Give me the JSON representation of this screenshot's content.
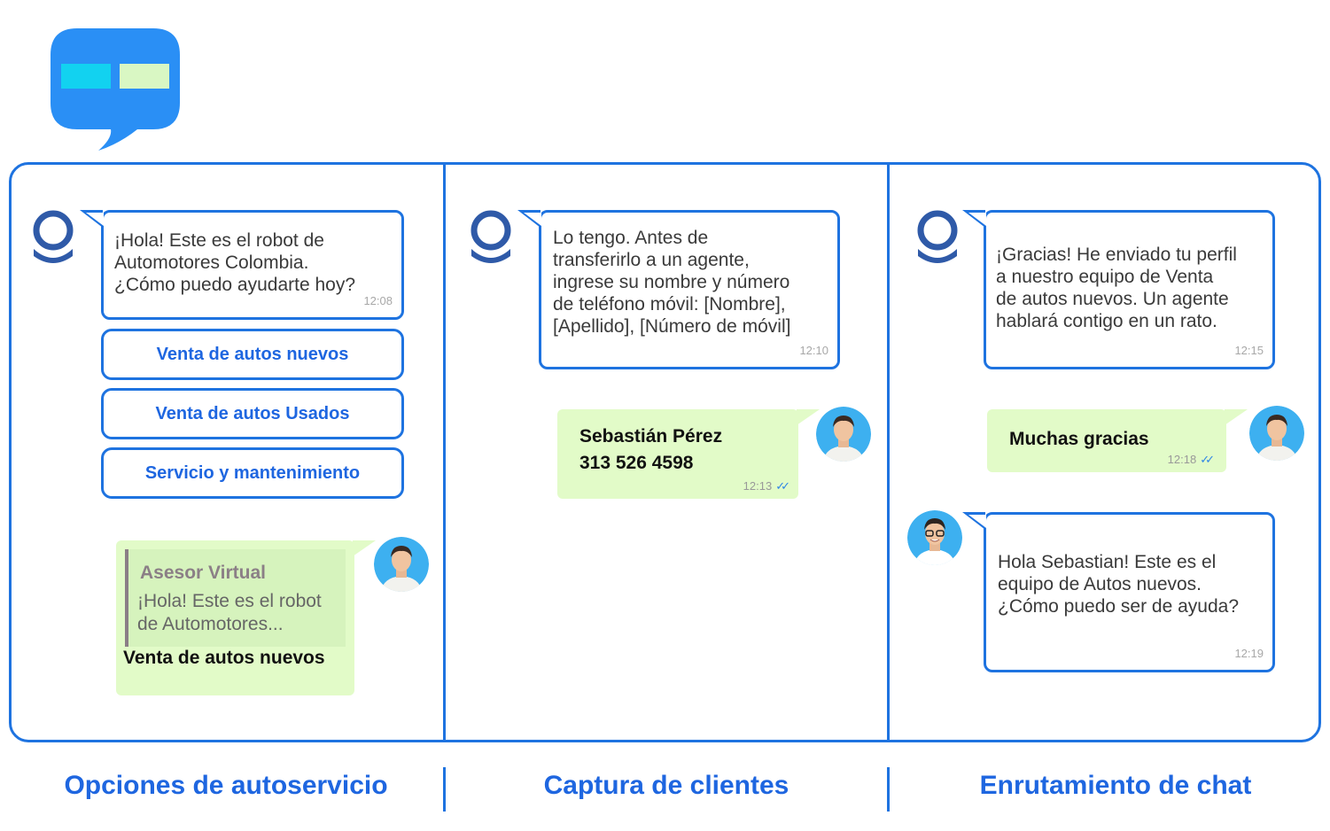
{
  "colors": {
    "accent": "#1e73e0",
    "user_bubble": "#e2fbc8",
    "label": "#1e66e0"
  },
  "panel1": {
    "bot_message": "¡Hola! Este es el robot de\nAutomotores Colombia.\n¿Cómo puedo ayudarte hoy?",
    "bot_time": "12:08",
    "options": [
      "Venta de autos nuevos",
      "Venta de autos Usados",
      "Servicio y mantenimiento"
    ],
    "quote_name": "Asesor Virtual",
    "quote_text": "¡Hola! Este es el robot\nde Automotores...",
    "user_reply": "Venta de autos nuevos"
  },
  "panel2": {
    "bot_message": "Lo tengo. Antes de\ntransferirlo a un agente,\ningrese su nombre y número\nde teléfono móvil: [Nombre],\n[Apellido], [Número de móvil]",
    "bot_time": "12:10",
    "user_message": "Sebastián Pérez\n313 526 4598",
    "user_time": "12:13"
  },
  "panel3": {
    "bot_message": "¡Gracias! He enviado tu perfil\na nuestro equipo de Venta\nde autos nuevos. Un agente\nhablará contigo en un rato.",
    "bot_time": "12:15",
    "user_message": "Muchas gracias",
    "user_time": "12:18",
    "agent_message": "Hola Sebastian! Este es  el\nequipo de Autos nuevos.\n¿Cómo puedo ser de ayuda?",
    "agent_time": "12:19"
  },
  "labels": [
    "Opciones de autoservicio",
    "Captura de clientes",
    "Enrutamiento de chat"
  ]
}
